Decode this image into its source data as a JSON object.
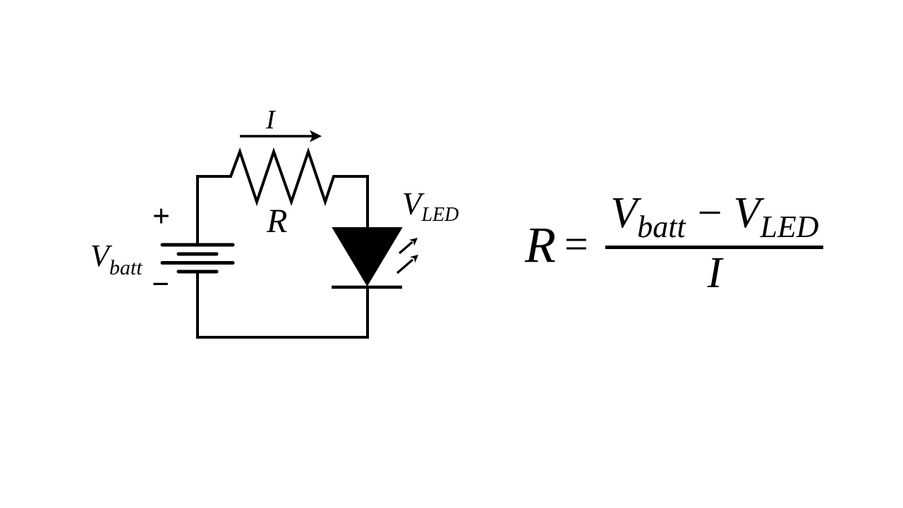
{
  "canvas": {
    "background_color": "#ffffff",
    "ink_color": "#000000"
  },
  "circuit": {
    "current_label": "I",
    "resistor_label": "R",
    "battery_label": {
      "base": "V",
      "sub": "batt"
    },
    "battery_plus": "+",
    "battery_minus": "−",
    "led_label": {
      "base": "V",
      "sub": "LED"
    }
  },
  "formula": {
    "lhs": "R",
    "equals": "=",
    "numerator": {
      "minuend": {
        "base": "V",
        "sub": "batt"
      },
      "operator": "−",
      "subtrahend": {
        "base": "V",
        "sub": "LED"
      }
    },
    "denominator": "I"
  }
}
